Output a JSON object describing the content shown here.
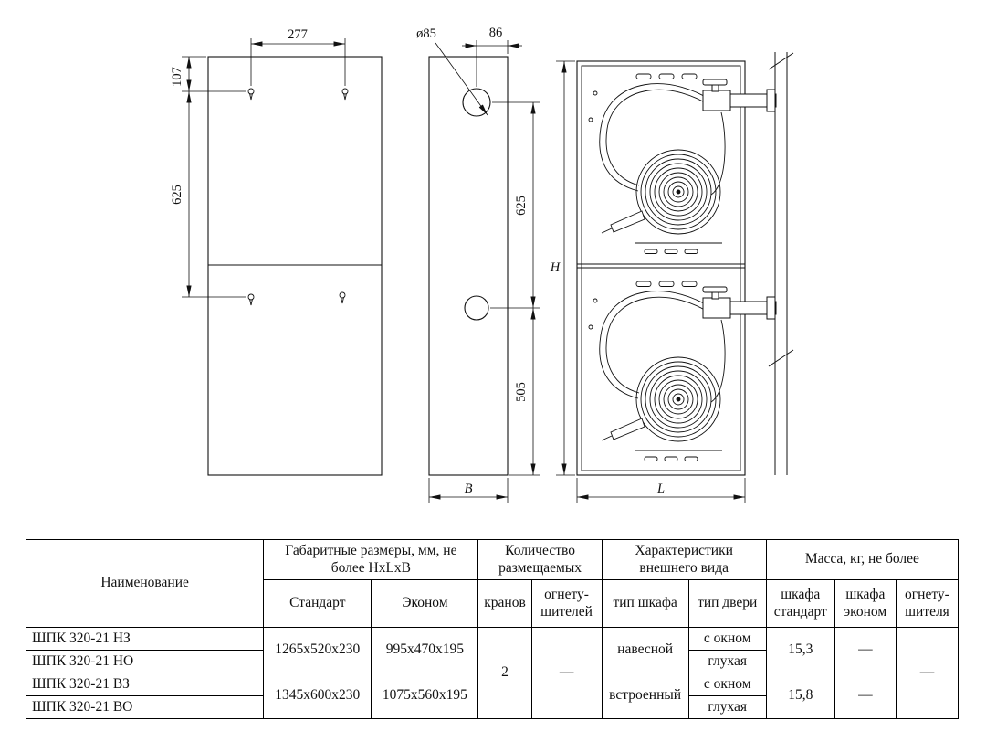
{
  "drawings": {
    "front_view": {
      "dim_top_width": "277",
      "dim_top_offset": "107",
      "dim_hole_spacing": "625"
    },
    "side_view": {
      "dim_hole_dia": "ø85",
      "dim_hole_depth": "86",
      "dim_hole_spacing": "625",
      "dim_bottom_offset": "505",
      "dim_depth": "B"
    },
    "open_view": {
      "dim_height": "H",
      "dim_width": "L"
    }
  },
  "table": {
    "headers": {
      "name": "Наименование",
      "dims_group": "Габаритные размеры, мм, не более HxLxB",
      "qty_group": "Количество размещаемых",
      "appearance_group": "Характеристики внешнего вида",
      "mass_group": "Масса, кг, не более",
      "standard": "Стандарт",
      "econom": "Эконом",
      "taps": "кранов",
      "extinguishers": "огнету-шителей",
      "cabinet_type": "тип шкафа",
      "door_type": "тип двери",
      "mass_standard": "шкафа стандарт",
      "mass_econom": "шкафа эконом",
      "mass_extinguisher": "огнету-шителя"
    },
    "rows": [
      {
        "name": "ШПК 320-21 НЗ",
        "door": "с окном"
      },
      {
        "name": "ШПК 320-21 НО",
        "door": "глухая"
      },
      {
        "name": "ШПК 320-21 ВЗ",
        "door": "с окном"
      },
      {
        "name": "ШПК 320-21 ВО",
        "door": "глухая"
      }
    ],
    "groups": [
      {
        "standard": "1265x520x230",
        "econom": "995x470x195",
        "cabinet": "навесной",
        "mass_standard": "15,3",
        "mass_econom": "—"
      },
      {
        "standard": "1345x600x230",
        "econom": "1075x560x195",
        "cabinet": "встроенный",
        "mass_standard": "15,8",
        "mass_econom": "—"
      }
    ],
    "shared": {
      "taps": "2",
      "extinguishers": "—",
      "mass_extinguisher": "—"
    }
  }
}
